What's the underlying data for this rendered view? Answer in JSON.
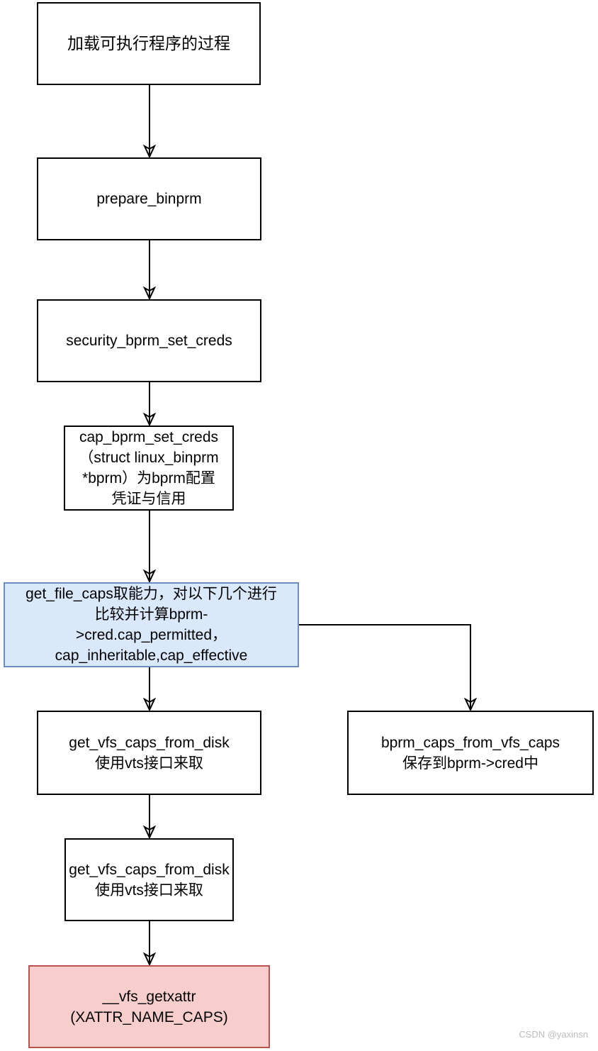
{
  "diagram": {
    "nodes": {
      "load_process": {
        "lines": [
          "加载可执行程序的过程"
        ]
      },
      "prepare_binprm": {
        "lines": [
          "prepare_binprm"
        ]
      },
      "security_bprm_set_creds": {
        "lines": [
          "security_bprm_set_creds"
        ]
      },
      "cap_bprm_set_creds": {
        "lines": [
          "cap_bprm_set_creds",
          "（struct linux_binprm",
          "*bprm）为bprm配置",
          "凭证与信用"
        ]
      },
      "get_file_caps": {
        "lines": [
          "get_file_caps取能力，对以下几个进行",
          "比较并计算bprm-",
          ">cred.cap_permitted，",
          "cap_inheritable,cap_effective"
        ]
      },
      "get_vfs_caps_from_disk_1": {
        "lines": [
          "get_vfs_caps_from_disk",
          "使用vts接口来取"
        ]
      },
      "bprm_caps_from_vfs_caps": {
        "lines": [
          "bprm_caps_from_vfs_caps",
          "保存到bprm->cred中"
        ]
      },
      "get_vfs_caps_from_disk_2": {
        "lines": [
          "get_vfs_caps_from_disk",
          "使用vts接口来取"
        ]
      },
      "vfs_getxattr": {
        "lines": [
          "__vfs_getxattr",
          "(XATTR_NAME_CAPS)"
        ]
      }
    },
    "colors": {
      "node_fill_default": "#ffffff",
      "node_border_default": "#000000",
      "text": "#000000",
      "line": "#000000",
      "highlight_blue_fill": "#dae8fc",
      "highlight_blue_border": "#6c8ebf",
      "highlight_red_fill": "#f8cecc",
      "highlight_red_border": "#b85450",
      "watermark": "#bcbcbc"
    },
    "watermark": "CSDN @yaxinsn"
  }
}
